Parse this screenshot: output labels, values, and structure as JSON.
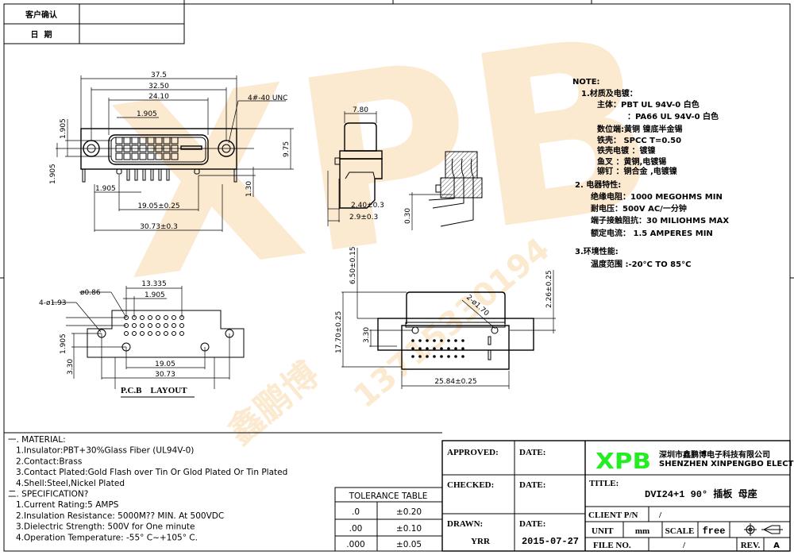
{
  "header_table": {
    "customer_confirm": "客户确认",
    "date": "日  期"
  },
  "watermark": {
    "logo": "XPB",
    "company": "鑫鹏博",
    "phone": "13715330194"
  },
  "front_view": {
    "dims": [
      "37.5",
      "32.50",
      "24.10",
      "1.905",
      "1.905",
      "1.905",
      "1.905",
      "9.75",
      "1.30",
      "19.05±0.25",
      "30.73±0.3"
    ],
    "thread_note": "4#-40 UNC"
  },
  "side_view": {
    "dims": [
      "7.80",
      "2.40±0.3",
      "2.9±0.3",
      "0.30"
    ]
  },
  "pcb_layout": {
    "dims": [
      "13.335",
      "1.905",
      "ø0.86",
      "4-ø1.93",
      "1.905",
      "3.30",
      "19.05",
      "30.73"
    ],
    "label": "P.C.B    LAYOUT"
  },
  "bottom_view": {
    "dims": [
      "6.50±0.15",
      "17.70±0.25",
      "3.30",
      "2-ø1.70",
      "2.26±0.25",
      "25.84±0.25"
    ]
  },
  "notes": {
    "title": "NOTE:",
    "lines": [
      "1.材质及电镀：",
      "主体：PBT UL 94V-0 白色",
      "：PA66 UL 94V-0 白色",
      "数位端:黄铜 镍底半金锡",
      "铁壳： SPCC T=0.50",
      "铁壳电镀 ：镀镍",
      "鱼叉 ：黄铜,电镀锡",
      "铆钉 ：铜合金 ,电镀镍",
      "2. 电器特性:",
      "绝缘电阻：1000 MEGOHMS MIN",
      "耐电压：500V AC/一分钟",
      "端子接触阻抗：30 MILIOHMS MAX",
      "额定电流： 1.5 AMPERES MIN",
      "3.环境性能:",
      "温度范围 :-20°C TO 85°C"
    ]
  },
  "material": {
    "lines": [
      "一. MATERIAL:",
      "1.Insulator:PBT+30%Glass Fiber (UL94V-0)",
      "2.Contact:Brass",
      "3.Contact Plated:Gold Flash over Tin Or Glod Plated Or Tin Plated",
      "4.Shell:Steel,Nickel Plated",
      "二. SPECIFICATION?",
      "1.Current Rating:5 AMPS",
      "2.Insulation Resistance: 5000M?? MIN. At 500VDC",
      "3.Dielectric Strength: 500V for One minute",
      "4.Operation Temperature: -55° C~+105° C."
    ]
  },
  "tolerance_table": {
    "title": "TOLERANCE TABLE",
    "rows": [
      [
        ".0",
        "±0.20"
      ],
      [
        ".00",
        "±0.10"
      ],
      [
        ".000",
        "±0.05"
      ]
    ]
  },
  "title_block": {
    "approved": "APPROVED:",
    "checked": "CHECKED:",
    "drawn": "DRAWN:",
    "date_label": "DATE:",
    "drawn_by": "YRR",
    "drawn_date": "2015-07-27",
    "logo": "XPB",
    "logo_color": "#22ee22",
    "company_cn": "深圳市鑫鹏博电子科技有限公司",
    "company_en": "SHENZHEN XINPENGBO ELECTRONICS CO.LTD",
    "title_label": "TITLE:",
    "title": "DVI24+1 90° 插板 母座",
    "client_pn_label": "CLIENT P/N",
    "client_pn": "/",
    "unit_label": "UNIT",
    "unit": "mm",
    "scale_label": "SCALE",
    "scale": "free",
    "file_no_label": "FILE NO.",
    "file_no": "/",
    "rev_label": "REV.",
    "rev": "A"
  }
}
